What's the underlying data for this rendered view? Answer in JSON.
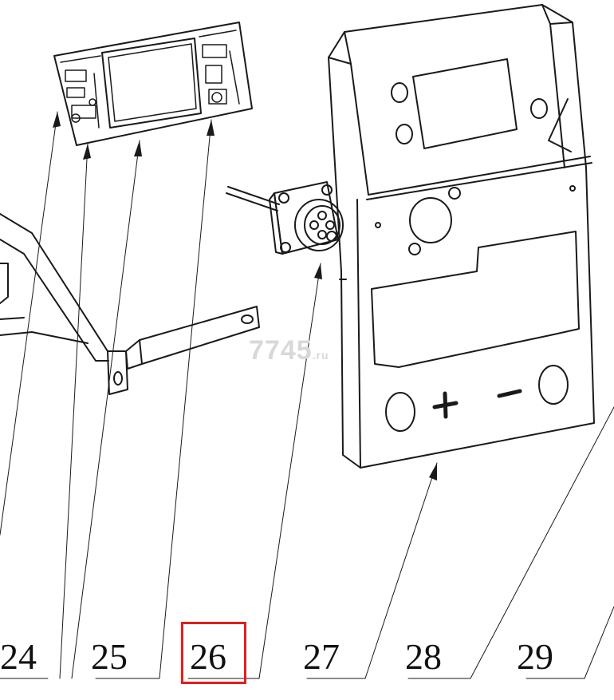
{
  "diagram": {
    "watermark": {
      "text": "7745",
      "suffix": ".ru"
    },
    "callouts": [
      {
        "number": "24"
      },
      {
        "number": "25"
      },
      {
        "number": "26",
        "highlighted": true
      },
      {
        "number": "27"
      },
      {
        "number": "28"
      },
      {
        "number": "29"
      }
    ],
    "colors": {
      "line": "#1a1a1a",
      "highlight": "#e0201c"
    }
  }
}
